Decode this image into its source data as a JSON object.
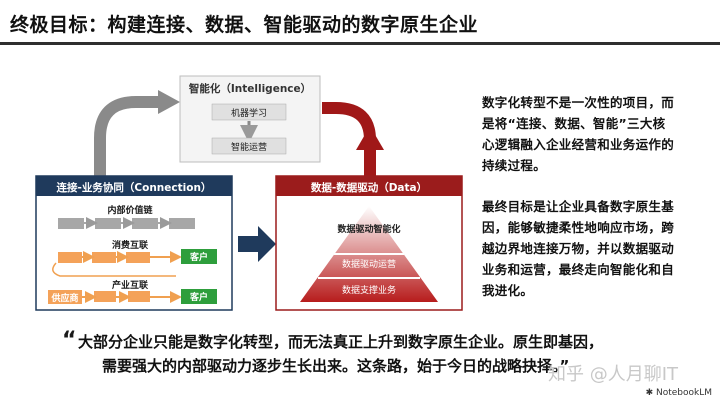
{
  "title": "终极目标：构建连接、数据、智能驱动的数字原生企业",
  "intelligence": {
    "header": "智能化（Intelligence）",
    "items": [
      "机器学习",
      "智能运营"
    ]
  },
  "connection": {
    "header": "连接-业务协同（Connection）",
    "rows": [
      {
        "label": "内部价值链"
      },
      {
        "label": "消费互联",
        "end": "客户"
      },
      {
        "label": "产业互联",
        "start": "供应商",
        "end": "客户"
      }
    ]
  },
  "data_box": {
    "header": "数据-数据驱动（Data）",
    "levels": [
      "数据驱动智能化",
      "数据驱动运营",
      "数据支撑业务"
    ]
  },
  "right_text": {
    "para1": [
      "数字化转型不是一次性的项目，而",
      "是将“连接、数据、智能”三大核",
      "心逻辑融入企业经营和业务运作的",
      "持续过程。"
    ],
    "para2": [
      "最终目标是让企业具备数字原生基",
      "因，能够敏捷柔性地响应市场，跨",
      "越边界地连接万物，并以数据驱动",
      "业务和运营，最终走向智能化和自",
      "我进化。"
    ]
  },
  "quote": {
    "line1": "大部分企业只能是数字化转型，而无法真正上升到数字原生企业。原生即基因，",
    "line2": "需要强大的内部驱动力逐步生长出来。这条路，始于今日的战略抉择。”"
  },
  "watermark": "知乎 @人月聊IT",
  "logo": "NotebookLM",
  "colors": {
    "navy": "#1f3a5c",
    "red": "#9b1c1c",
    "green": "#2e9e3c",
    "orange": "#f4a259",
    "gray": "#8d8d8d"
  }
}
